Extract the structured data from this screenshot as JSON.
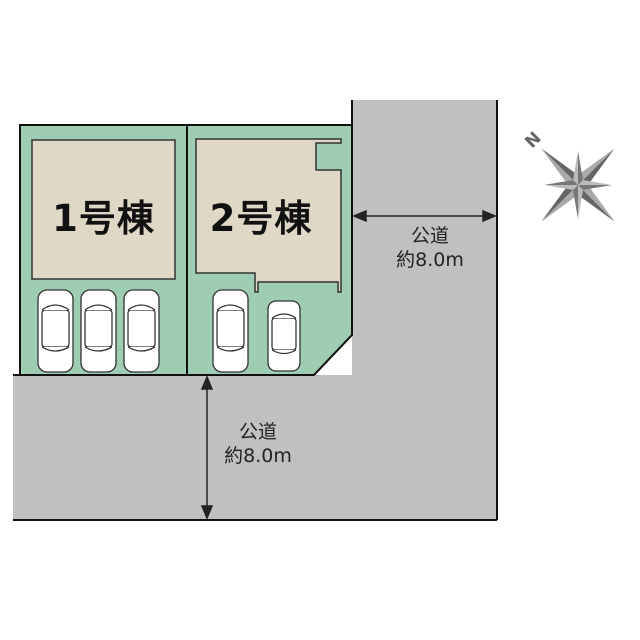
{
  "plan": {
    "buildings": [
      {
        "id": 1,
        "label": "1号棟",
        "parking_spaces": 3
      },
      {
        "id": 2,
        "label": "2号棟",
        "parking_spaces": 2
      }
    ],
    "roads": [
      {
        "position": "east",
        "type": "公道",
        "width": "約8.0m"
      },
      {
        "position": "south",
        "type": "公道",
        "width": "約8.0m"
      }
    ],
    "compass": {
      "north_label": "N"
    }
  },
  "colors": {
    "lot": "#9ecdb3",
    "building": "#e0d8c6",
    "road": "#c0c0c0",
    "outline": "#111111",
    "compass": "#777777"
  }
}
